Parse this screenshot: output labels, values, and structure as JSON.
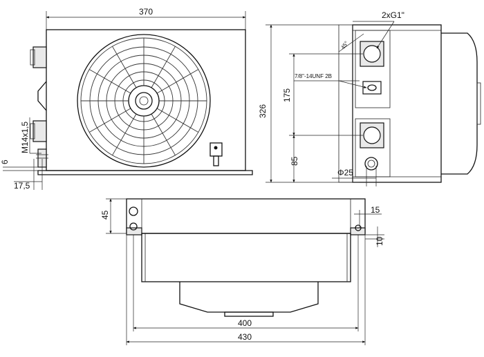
{
  "drawing": {
    "front_view": {
      "width_label": "370",
      "thread_label": "M14x1,5",
      "height_label": "6",
      "offset_label": "17,5"
    },
    "side_view": {
      "port_label": "2xG1\"",
      "angle_label": "45°",
      "drain_label": "7/8\"-14UNF 2B",
      "height_total_label": "326",
      "height_mid_label": "175",
      "height_low_label": "85",
      "diameter_label": "Φ25"
    },
    "top_view": {
      "depth_label": "45",
      "slot_label": "15",
      "slot_height_label": "10",
      "inner_width_label": "400",
      "outer_width_label": "430"
    }
  }
}
